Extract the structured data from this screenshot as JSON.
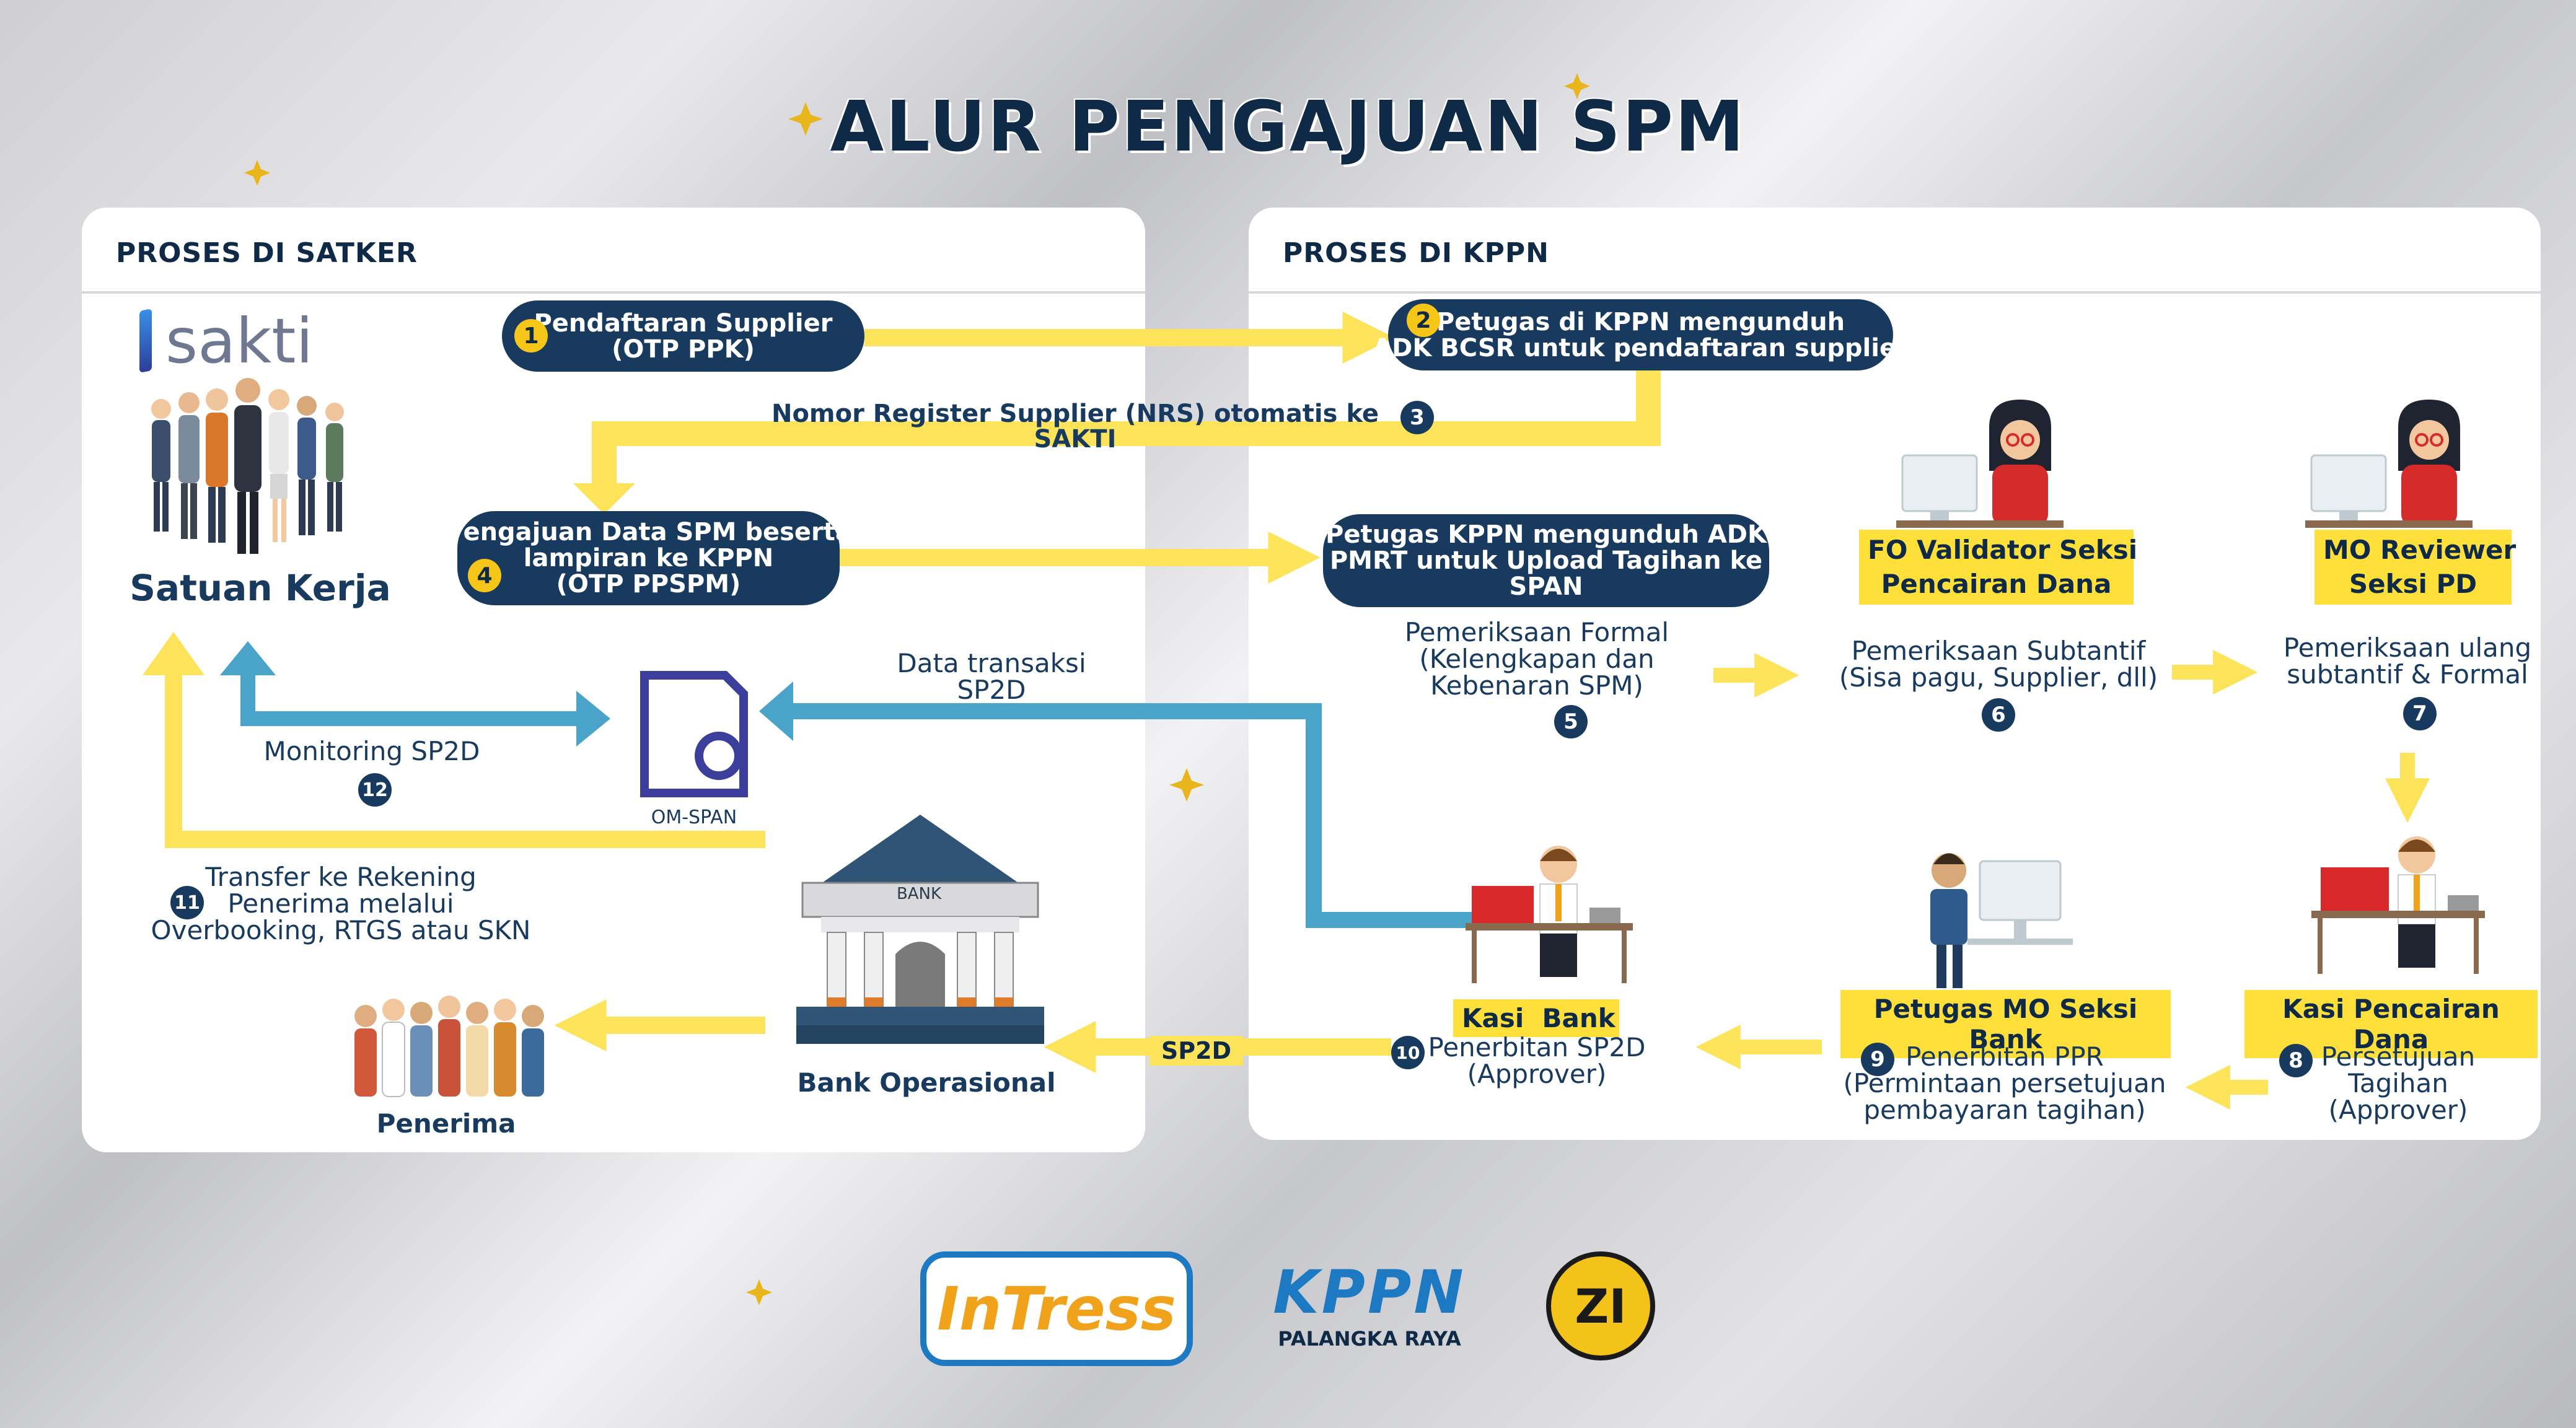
{
  "title": "ALUR PENGAJUAN SPM",
  "panels": {
    "satker": "PROSES DI SATKER",
    "kppn": "PROSES DI KPPN"
  },
  "sakti_logo": "sakti",
  "satuan_kerja": "Satuan Kerja",
  "steps": {
    "s1": {
      "num": "1",
      "text": "Pendaftaran Supplier\n(OTP PPK)"
    },
    "s2": {
      "num": "2",
      "text": "Petugas di KPPN mengunduh\nADK BCSR untuk pendaftaran supplier"
    },
    "s3": {
      "num": "3",
      "text": "Nomor Register Supplier (NRS) otomatis ke SAKTI"
    },
    "s4": {
      "num": "4",
      "text": "Pengajuan Data SPM beserta\nlampiran ke KPPN\n(OTP PPSPM)"
    },
    "s4b": {
      "text": "Petugas KPPN mengunduh ADK\nPMRT untuk Upload Tagihan ke\nSPAN"
    },
    "s5": {
      "num": "5",
      "text": "Pemeriksaan Formal\n(Kelengkapan dan\nKebenaran SPM)"
    },
    "s6": {
      "num": "6",
      "text": "Pemeriksaan Subtantif\n(Sisa pagu, Supplier, dll)"
    },
    "s7": {
      "num": "7",
      "text": "Pemeriksaan ulang\nsubtantif & Formal"
    },
    "s8": {
      "num": "8",
      "text": "Persetujuan\nTagihan\n(Approver)"
    },
    "s9": {
      "num": "9",
      "text": "Penerbitan PPR\n(Permintaan persetujuan\npembayaran tagihan)"
    },
    "s10": {
      "num": "10",
      "text": "Penerbitan SP2D\n(Approver)"
    },
    "s11": {
      "num": "11",
      "text": "Transfer ke Rekening\nPenerima melalui\nOverbooking, RTGS atau SKN"
    },
    "s12": {
      "num": "12",
      "text": "Monitoring SP2D"
    }
  },
  "roles": {
    "fo_validator": "FO Validator Seksi\nPencairan Dana",
    "mo_reviewer": "MO Reviewer\nSeksi PD",
    "kasi_pencairan": "Kasi Pencairan Dana",
    "petugas_mo_bank": "Petugas MO Seksi Bank",
    "kasi_bank": "Kasi  Bank"
  },
  "data_transaksi": "Data transaksi\nSP2D",
  "om_span": "OM-SPAN",
  "bank_sign": "BANK",
  "bank_operasional": "Bank Operasional",
  "sp2d_label": "SP2D",
  "penerima": "Penerima",
  "footer": {
    "intress": "InTress",
    "kppn": "KPPN",
    "kppn_sub": "PALANGKA RAYA",
    "zi": "ZI"
  },
  "colors": {
    "navy": "#173a5e",
    "yellow": "#ffe03a",
    "arrow_yellow": "#fde35a",
    "arrow_blue": "#4aa3c8",
    "bank_blue": "#2f5475"
  }
}
